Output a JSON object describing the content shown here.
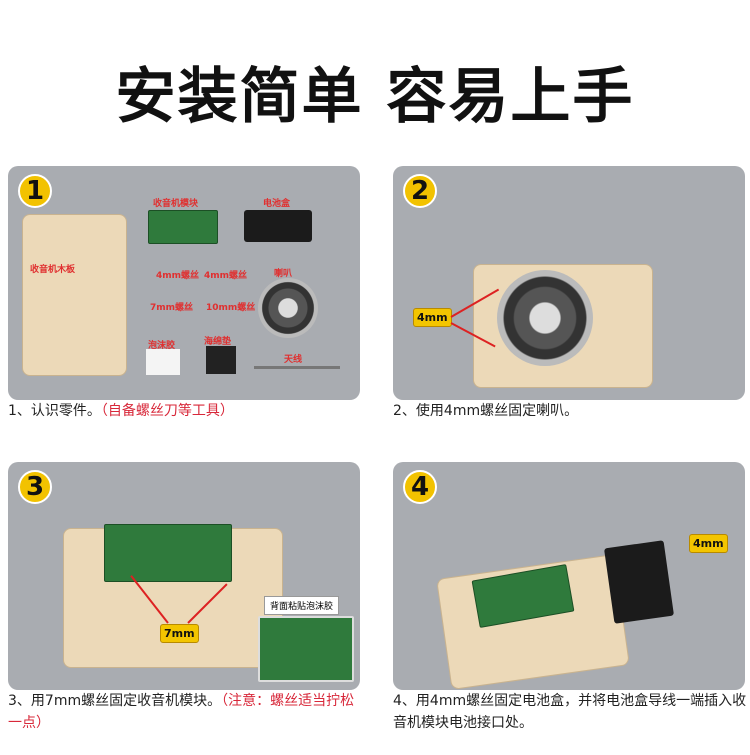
{
  "title": "安装简单 容易上手",
  "steps": [
    {
      "number": "1",
      "caption": "1、认识零件。",
      "note": "（自备螺丝刀等工具）",
      "parts": [
        "收音机模块",
        "电池盒",
        "收音机木板",
        "4mm螺丝",
        "4mm螺丝",
        "7mm螺丝",
        "10mm螺丝",
        "喇叭",
        "泡沫胶",
        "海绵垫",
        "天线"
      ]
    },
    {
      "number": "2",
      "caption": "2、使用4mm螺丝固定喇叭。",
      "screw_tag": "4mm"
    },
    {
      "number": "3",
      "caption": "3、用7mm螺丝固定收音机模块。",
      "note": "（注意：螺丝适当拧松一点）",
      "screw_tag": "7mm",
      "inset_label": "背面粘贴泡沫胶"
    },
    {
      "number": "4",
      "caption": "4、用4mm螺丝固定电池盒，并将电池盒导线一端插入收音机模块电池接口处。",
      "screw_tag": "4mm"
    }
  ],
  "colors": {
    "panel": "#a9acb1",
    "badge": "#f2c200",
    "note": "#d8283a"
  }
}
